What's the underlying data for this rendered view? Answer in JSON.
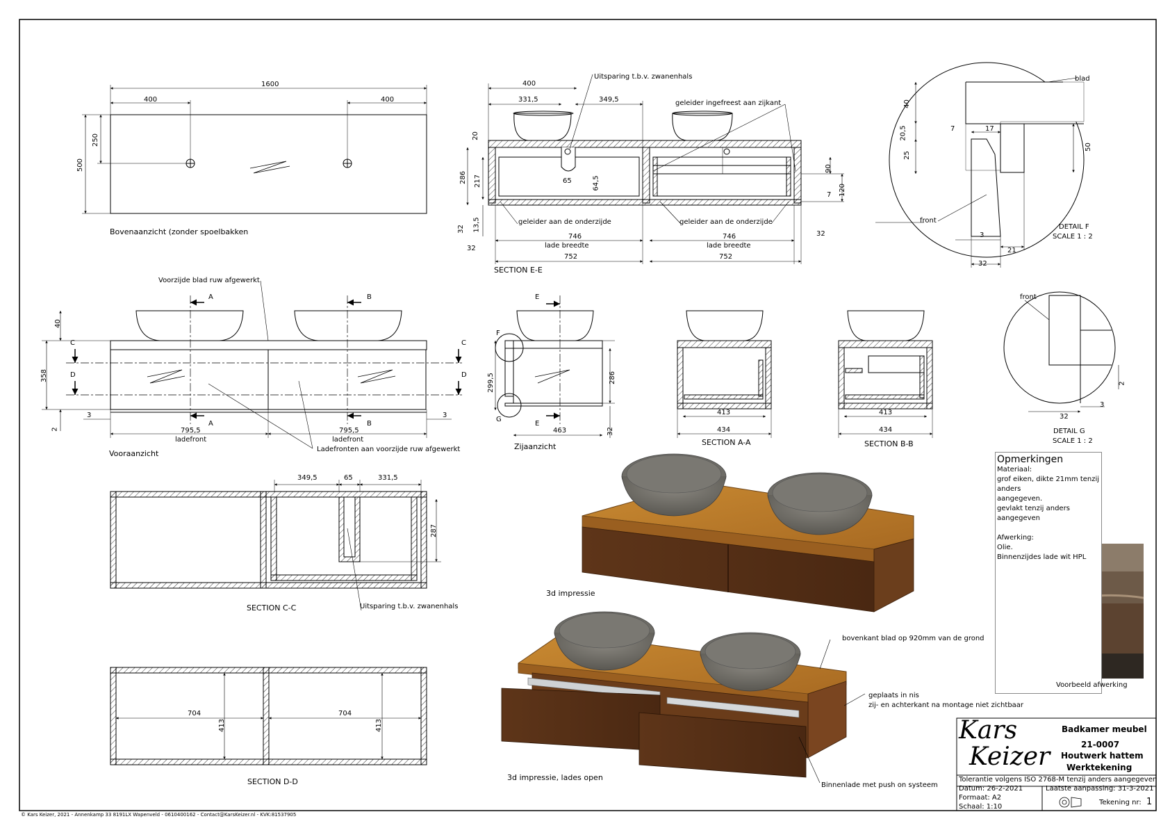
{
  "top_view": {
    "caption": "Bovenaanzicht (zonder spoelbakken",
    "dims": {
      "overall": "1600",
      "left": "400",
      "right": "400",
      "height": "500",
      "tap": "250"
    }
  },
  "section_ee": {
    "caption": "SECTION E-E",
    "notes": {
      "tap_cut": "Uitsparing t.b.v. zwanenhals",
      "guide_side": "geleider ingefreest aan zijkant",
      "guide_bottom_left": "geleider aan de onderzijde",
      "guide_bottom_right": "geleider aan de onderzijde"
    },
    "dims": {
      "d400": "400",
      "d331": "331,5",
      "d349": "349,5",
      "d20": "20",
      "d286": "286",
      "d217": "217",
      "d13": "13,5",
      "d32a": "32",
      "d65": "65",
      "d64": "64,5",
      "d90": "90",
      "d7": "7",
      "d120": "120",
      "d746a": "746",
      "d746b": "746",
      "lade_a": "lade breedte",
      "lade_b": "lade breedte",
      "d752a": "752",
      "d752b": "752",
      "d32b": "32",
      "d32c": "32"
    }
  },
  "detail_f": {
    "caption": "DETAIL F",
    "scale": "SCALE 1 : 2",
    "labels": {
      "blad": "blad",
      "front": "front"
    },
    "dims": {
      "d40": "40",
      "d20": "20,5",
      "d25": "25",
      "d7": "7",
      "d17": "17",
      "d50": "50",
      "d3": "3",
      "d21": "21",
      "d32": "32"
    }
  },
  "detail_g": {
    "caption": "DETAIL G",
    "scale": "SCALE 1 : 2",
    "labels": {
      "front": "front"
    },
    "dims": {
      "d2": "2",
      "d32": "32",
      "d3": "3"
    }
  },
  "front_view": {
    "caption": "Vooraanzicht",
    "notes": {
      "top": "Voorzijde blad ruw afgewerkt",
      "fronts": "Ladefronten aan voorzijde ruw afgewerkt"
    },
    "markers": {
      "a1": "A",
      "a2": "A",
      "b1": "B",
      "b2": "B",
      "c1": "C",
      "c2": "C",
      "d1": "D",
      "d2": "D"
    },
    "dims": {
      "d40": "40",
      "d358": "358",
      "d2": "2",
      "d3a": "3",
      "d3b": "3",
      "w1": "795,5",
      "w2": "795,5",
      "lf1": "ladefront",
      "lf2": "ladefront"
    }
  },
  "side_view": {
    "caption": "Zijaanzicht",
    "markers": {
      "e1": "E",
      "e2": "E",
      "f": "F",
      "g": "G"
    },
    "dims": {
      "d299": "299,5",
      "d286": "286",
      "d463": "463",
      "d32": "32"
    }
  },
  "section_aa": {
    "caption": "SECTION A-A",
    "dims": {
      "d413": "413",
      "d434": "434"
    }
  },
  "section_bb": {
    "caption": "SECTION B-B",
    "dims": {
      "d413": "413",
      "d434": "434"
    }
  },
  "section_cc": {
    "caption": "SECTION C-C",
    "note": "Uitsparing t.b.v. zwanenhals",
    "dims": {
      "d349": "349,5",
      "d65": "65",
      "d331": "331,5",
      "d287": "287"
    }
  },
  "section_dd": {
    "caption": "SECTION D-D",
    "dims": {
      "w1": "704",
      "w2": "704",
      "h1": "413",
      "h2": "413"
    }
  },
  "iso_closed": {
    "caption": "3d impressie"
  },
  "iso_open": {
    "caption": "3d impressie, lades open",
    "notes": {
      "top": "bovenkant blad op 920mm van de grond",
      "niche1": "geplaats in nis",
      "niche2": "zij- en achterkant na montage niet zichtbaar",
      "drawer": "Binnenlade met push on systeem"
    }
  },
  "remarks": {
    "title": "Opmerkingen",
    "lines": [
      "Materiaal:",
      "grof eiken, dikte 21mm tenzij anders",
      "aangegeven.",
      "gevlakt tenzij anders aangegeven",
      "",
      "Afwerking:",
      "Olie.",
      "Binnenzijdes lade wit HPL"
    ],
    "photo_caption": "Voorbeeld afwerking"
  },
  "title_block": {
    "logo1": "Kars",
    "logo2": "Keizer",
    "project": "Badkamer meubel",
    "number": "21-0007",
    "client": "Houtwerk hattem",
    "type": "Werktekening",
    "tolerance": "Tolerantie volgens ISO 2768-M tenzij anders aangegeven",
    "date": "Datum: 26-2-2021",
    "last_change": "Laatste aanpassing: 31-3-2021",
    "format": "Formaat: A2",
    "scale": "Schaal: 1:10",
    "drawing_nr_label": "Tekening nr:",
    "drawing_nr": "1"
  },
  "footer": "© Kars Keizer, 2021 - Annenkamp 33 8191LX Wapenveld - 0610400162 - Contact@KarsKeizer.nl - KVK:81537905",
  "colors": {
    "wood": "#b5782a",
    "wood_dark": "#5a3318",
    "basin": "#6e6c66",
    "line": "#000000"
  }
}
